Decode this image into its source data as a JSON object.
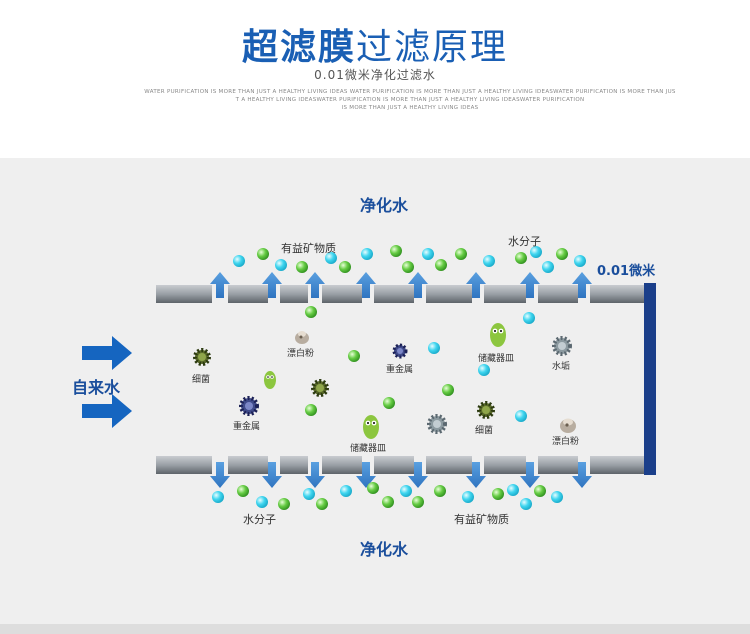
{
  "header": {
    "title_bold": "超滤膜",
    "title_light": "过滤原理",
    "subtitle": "0.01微米净化过滤水",
    "tiny_line1": "WATER PURIFICATION IS MORE THAN JUST A HEALTHY LIVING IDEAS WATER PURIFICATION IS MORE THAN JUST A HEALTHY LIVING IDEASWATER PURIFICATION IS MORE THAN JUS",
    "tiny_line2": "T A HEALTHY LIVING IDEASWATER PURIFICATION IS MORE THAN JUST A HEALTHY LIVING IDEASWATER PURIFICATION",
    "tiny_line3": "IS MORE THAN JUST A HEALTHY LIVING IDEAS"
  },
  "diagram": {
    "top_output": "净化水",
    "bottom_output": "净化水",
    "input": "自来水",
    "pore_size": "0.01微米",
    "labels": {
      "minerals_top": "有益矿物质",
      "water_molecule_top": "水分子",
      "bleach_1": "漂白粉",
      "heavy_metal_1": "重金属",
      "eggs_1": "储藏器皿",
      "scale": "水垢",
      "bacteria_1": "细菌",
      "heavy_metal_2": "重金属",
      "eggs_2": "储藏器皿",
      "bacteria_2": "细菌",
      "bleach_2": "漂白粉",
      "water_molecule_bottom": "水分子",
      "minerals_bottom": "有益矿物质"
    },
    "colors": {
      "accent": "#1a5fb4",
      "arrow_blue": "#1565c0",
      "cyan_particle": "#3fd5ef",
      "green_particle": "#66cc44",
      "membrane_gray": "#9aa0a6",
      "membrane_dark": "#4a4f55",
      "panel_bg": "#efefef"
    }
  }
}
